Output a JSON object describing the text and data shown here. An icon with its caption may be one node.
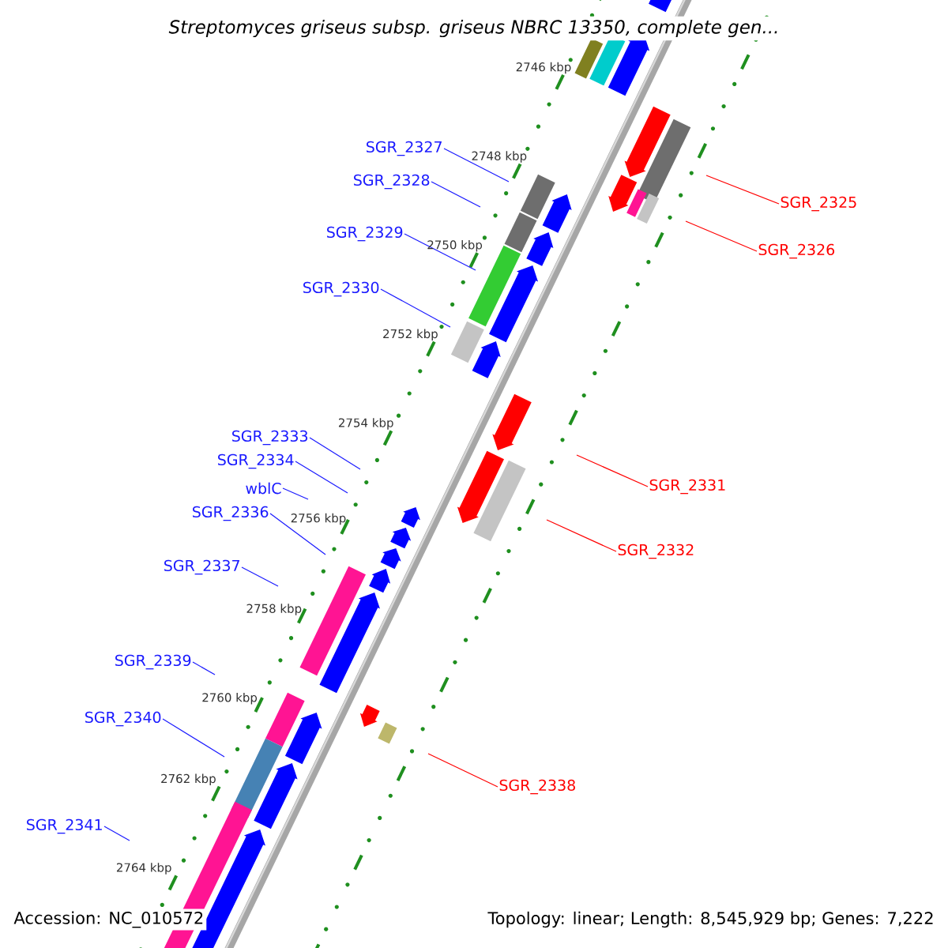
{
  "diagram": {
    "title": "Streptomyces griseus subsp. griseus NBRC 13350, complete gen...",
    "nodes": [
      {
        "text": [
          "SGR_2327"
        ]
      },
      {
        "text": [
          "SGR_2328"
        ]
      },
      {
        "text": [
          "SGR_2325"
        ]
      },
      {
        "text": [
          "SGR_2329"
        ]
      },
      {
        "text": [
          "SGR_2326"
        ]
      },
      {
        "text": [
          "SGR_2330"
        ]
      },
      {
        "text": [
          "SGR_2333"
        ]
      },
      {
        "text": [
          "SGR_2334"
        ]
      },
      {
        "text": [
          "SGR_2331"
        ]
      },
      {
        "text": [
          "wblC"
        ]
      },
      {
        "text": [
          "SGR_2336"
        ]
      },
      {
        "text": [
          "SGR_2332"
        ]
      },
      {
        "text": [
          "SGR_2337"
        ]
      },
      {
        "text": [
          "SGR_2339"
        ]
      },
      {
        "text": [
          "SGR_2340"
        ]
      },
      {
        "text": [
          "SGR_2338"
        ]
      },
      {
        "text": [
          "SGR_2341"
        ]
      }
    ],
    "edges": [
      {
        "from": 0,
        "to": null,
        "arrow": "none"
      },
      {
        "from": 1,
        "to": null,
        "arrow": "none"
      },
      {
        "from": 2,
        "to": null,
        "arrow": "none",
        "color": "#ff0000"
      },
      {
        "from": 3,
        "to": null,
        "arrow": "none"
      },
      {
        "from": 4,
        "to": null,
        "arrow": "none",
        "color": "#ff0000"
      },
      {
        "from": 5,
        "to": null,
        "arrow": "none"
      },
      {
        "from": 6,
        "to": null,
        "arrow": "none"
      },
      {
        "from": 7,
        "to": null,
        "arrow": "none"
      },
      {
        "from": 8,
        "to": null,
        "arrow": "none",
        "color": "#ff0000"
      },
      {
        "from": 9,
        "to": null,
        "arrow": "none"
      },
      {
        "from": 10,
        "to": null,
        "arrow": "none"
      },
      {
        "from": 11,
        "to": null,
        "arrow": "none",
        "color": "#ff0000"
      },
      {
        "from": 12,
        "to": null,
        "arrow": "none"
      },
      {
        "from": 13,
        "to": null,
        "arrow": "none"
      },
      {
        "from": 14,
        "to": null,
        "arrow": "none"
      },
      {
        "from": 15,
        "to": null,
        "arrow": "none",
        "color": "#ff0000"
      },
      {
        "from": 16,
        "to": null,
        "arrow": "none"
      }
    ],
    "labels": [
      "2746 kbp",
      "2748 kbp",
      "2750 kbp",
      "2752 kbp",
      "2754 kbp",
      "2756 kbp",
      "2758 kbp",
      "2760 kbp",
      "2762 kbp",
      "2764 kbp",
      "Accession: NC_010572",
      "Topology: linear; Length: 8,545,929 bp; Genes: 7,222"
    ]
  }
}
